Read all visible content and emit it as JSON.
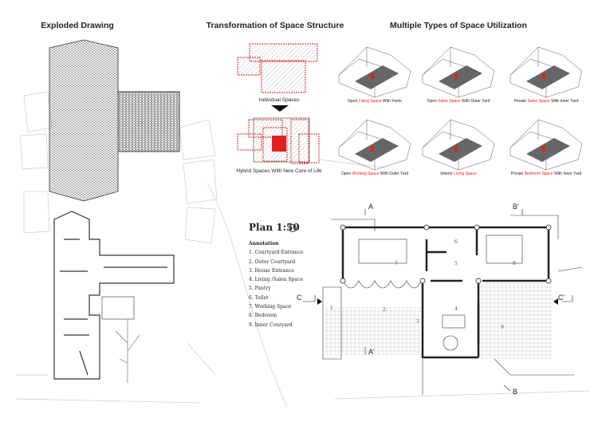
{
  "headings": {
    "exploded": "Exploded Drawing",
    "transformation": "Transformation of  Space Structure",
    "utilization": "Multiple Types of Space Utilization"
  },
  "transformation": {
    "individual": "Individual Spaces",
    "hybrid": "Hybrid Spaces With New Core of Life"
  },
  "utilization": [
    {
      "pre": "Open ",
      "red": "Living Space",
      "post": " With Yards"
    },
    {
      "pre": "Open ",
      "red": "Salon Space",
      "post": " With Outer Yard"
    },
    {
      "pre": "Private ",
      "red": "Salon Space",
      "post": " With Inner Yard"
    },
    {
      "pre": "Open ",
      "red": "Working Space",
      "post": " With Outer Yard"
    },
    {
      "pre": "Interior ",
      "red": "Living Space",
      "post": ""
    },
    {
      "pre": "Private ",
      "red": "Bedroom Space",
      "post": " With Inner Yard"
    }
  ],
  "plan": {
    "title": "Plan 1:50",
    "annotation_title": "Annotation",
    "items": [
      "1. Courtyard Entrance",
      "2. Outer Courtyard",
      "3. House Entrance",
      "4. Living /Salon Space",
      "5. Pantry",
      "6. Toilet",
      "7. Working Space",
      "8. Bedroom",
      "9. Inner Couryard"
    ],
    "section_marks": {
      "a": "A",
      "a2": "A'",
      "b": "B",
      "b2": "B'",
      "c": "C",
      "c2": "C'"
    },
    "rooms": [
      "1",
      "2",
      "3",
      "4",
      "5",
      "6",
      "7",
      "8",
      "9"
    ]
  },
  "colors": {
    "accent": "#e02020",
    "line": "#333333",
    "hatch": "#888888"
  }
}
